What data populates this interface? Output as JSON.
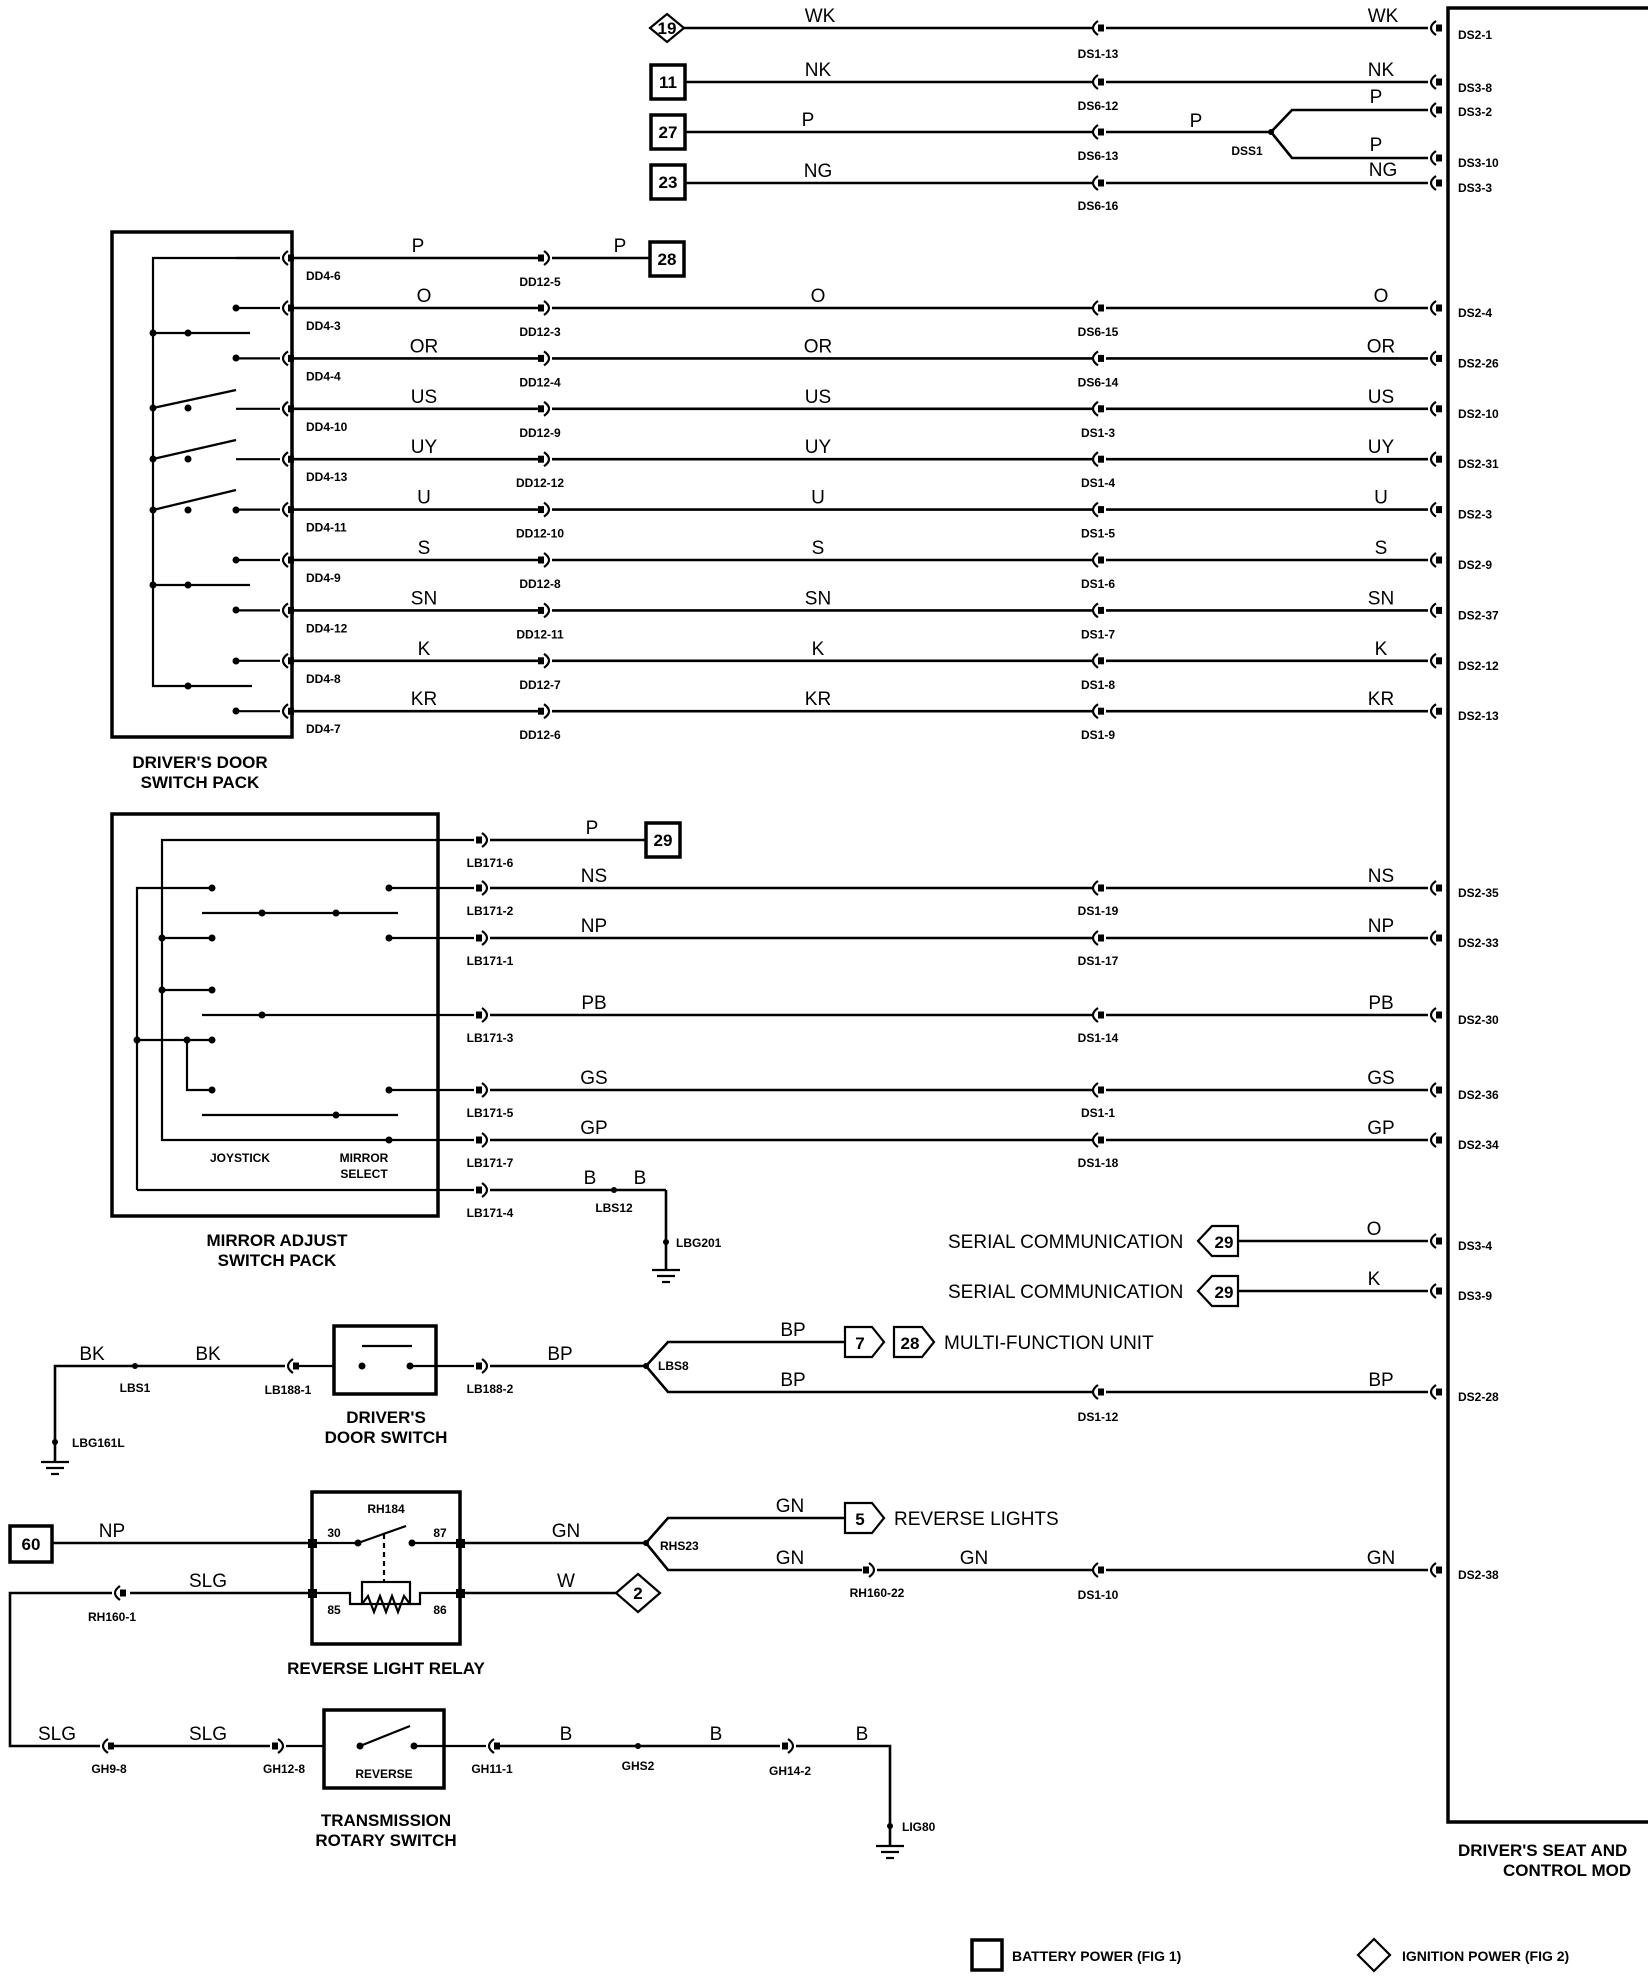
{
  "refs": {
    "r19": "19",
    "r11": "11",
    "r27": "27",
    "r23": "23",
    "r28": "28",
    "r29a": "29",
    "r29b": "29",
    "r29c": "29",
    "r7": "7",
    "r28b": "28",
    "r60": "60",
    "r5": "5",
    "r2": "2"
  },
  "wires": {
    "wk": "WK",
    "nk": "NK",
    "p": "P",
    "ng": "NG",
    "o": "O",
    "or": "OR",
    "us": "US",
    "uy": "UY",
    "u": "U",
    "s": "S",
    "sn": "SN",
    "k": "K",
    "kr": "KR",
    "ns": "NS",
    "np": "NP",
    "pb": "PB",
    "gs": "GS",
    "gp": "GP",
    "b": "B",
    "bk": "BK",
    "bp": "BP",
    "gn": "GN",
    "slg": "SLG",
    "w": "W"
  },
  "connectors": {
    "ds1_13": "DS1-13",
    "ds6_12": "DS6-12",
    "ds6_13": "DS6-13",
    "ds6_16": "DS6-16",
    "dss1": "DSS1",
    "ds2_1": "DS2-1",
    "ds3_8": "DS3-8",
    "ds3_2": "DS3-2",
    "ds3_10": "DS3-10",
    "ds3_3": "DS3-3",
    "dd4_6": "DD4-6",
    "dd4_3": "DD4-3",
    "dd4_4": "DD4-4",
    "dd4_10": "DD4-10",
    "dd4_13": "DD4-13",
    "dd4_11": "DD4-11",
    "dd4_9": "DD4-9",
    "dd4_12": "DD4-12",
    "dd4_8": "DD4-8",
    "dd4_7": "DD4-7",
    "dd12_5": "DD12-5",
    "dd12_3": "DD12-3",
    "dd12_4": "DD12-4",
    "dd12_9": "DD12-9",
    "dd12_12": "DD12-12",
    "dd12_10": "DD12-10",
    "dd12_8": "DD12-8",
    "dd12_11": "DD12-11",
    "dd12_7": "DD12-7",
    "dd12_6": "DD12-6",
    "ds6_15": "DS6-15",
    "ds6_14": "DS6-14",
    "ds1_3": "DS1-3",
    "ds1_4": "DS1-4",
    "ds1_5": "DS1-5",
    "ds1_6": "DS1-6",
    "ds1_7": "DS1-7",
    "ds1_8": "DS1-8",
    "ds1_9": "DS1-9",
    "ds2_4": "DS2-4",
    "ds2_26": "DS2-26",
    "ds2_10": "DS2-10",
    "ds2_31": "DS2-31",
    "ds2_3": "DS2-3",
    "ds2_9": "DS2-9",
    "ds2_37": "DS2-37",
    "ds2_12": "DS2-12",
    "ds2_13": "DS2-13",
    "lb171_6": "LB171-6",
    "lb171_2": "LB171-2",
    "lb171_1": "LB171-1",
    "lb171_3": "LB171-3",
    "lb171_5": "LB171-5",
    "lb171_7": "LB171-7",
    "lb171_4": "LB171-4",
    "ds1_19": "DS1-19",
    "ds1_17": "DS1-17",
    "ds1_14": "DS1-14",
    "ds1_1": "DS1-1",
    "ds1_18": "DS1-18",
    "ds2_35": "DS2-35",
    "ds2_33": "DS2-33",
    "ds2_30": "DS2-30",
    "ds2_36": "DS2-36",
    "ds2_34": "DS2-34",
    "lbs12": "LBS12",
    "lbg201": "LBG201",
    "ds3_4": "DS3-4",
    "ds3_9": "DS3-9",
    "lbs1": "LBS1",
    "lb188_1": "LB188-1",
    "lb188_2": "LB188-2",
    "lbs8": "LBS8",
    "lbg161l": "LBG161L",
    "ds1_12": "DS1-12",
    "ds2_28": "DS2-28",
    "rh184": "RH184",
    "p30": "30",
    "p87": "87",
    "p85": "85",
    "p86": "86",
    "rhs23": "RHS23",
    "rh160_1": "RH160-1",
    "rh160_22": "RH160-22",
    "ds1_10": "DS1-10",
    "ds2_38": "DS2-38",
    "gh9_8": "GH9-8",
    "gh12_8": "GH12-8",
    "gh11_1": "GH11-1",
    "ghs2": "GHS2",
    "gh14_2": "GH14-2",
    "lig80": "LIG80"
  },
  "components": {
    "door_pack_1": "DRIVER'S DOOR",
    "door_pack_2": "SWITCH PACK",
    "mirror_pack_1": "MIRROR ADJUST",
    "mirror_pack_2": "SWITCH PACK",
    "joystick": "JOYSTICK",
    "mirror_select_1": "MIRROR",
    "mirror_select_2": "SELECT",
    "door_switch_1": "DRIVER'S",
    "door_switch_2": "DOOR SWITCH",
    "relay": "REVERSE LIGHT RELAY",
    "trans_1": "TRANSMISSION",
    "trans_2": "ROTARY SWITCH",
    "reverse": "REVERSE",
    "module_1": "DRIVER'S SEAT AND",
    "module_2": "CONTROL MOD"
  },
  "labels": {
    "serial1": "SERIAL COMMUNICATION",
    "serial2": "SERIAL COMMUNICATION",
    "multi_function": "MULTI-FUNCTION UNIT",
    "reverse_lights": "REVERSE LIGHTS"
  },
  "legend": {
    "battery": "BATTERY POWER (FIG 1)",
    "ignition": "IGNITION POWER (FIG 2)"
  }
}
